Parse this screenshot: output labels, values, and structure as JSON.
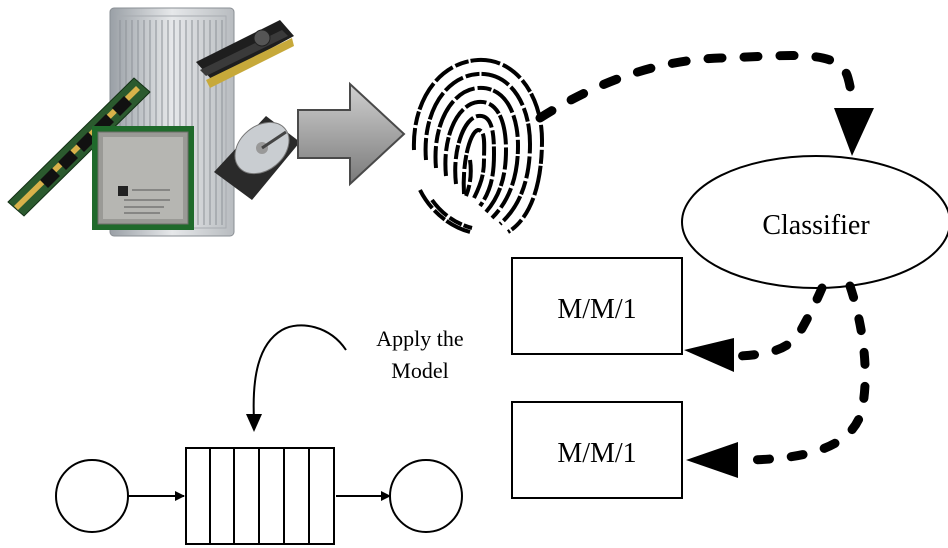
{
  "diagram": {
    "classifier_label": "Classifier",
    "queue_top_label": "M/M/1",
    "queue_bottom_label": "M/M/1",
    "apply_line1": "Apply the",
    "apply_line2": "Model"
  },
  "icons": {
    "hardware": "computer-hardware-icon",
    "fingerprint": "fingerprint-icon",
    "arrow": "big-right-arrow-icon"
  }
}
